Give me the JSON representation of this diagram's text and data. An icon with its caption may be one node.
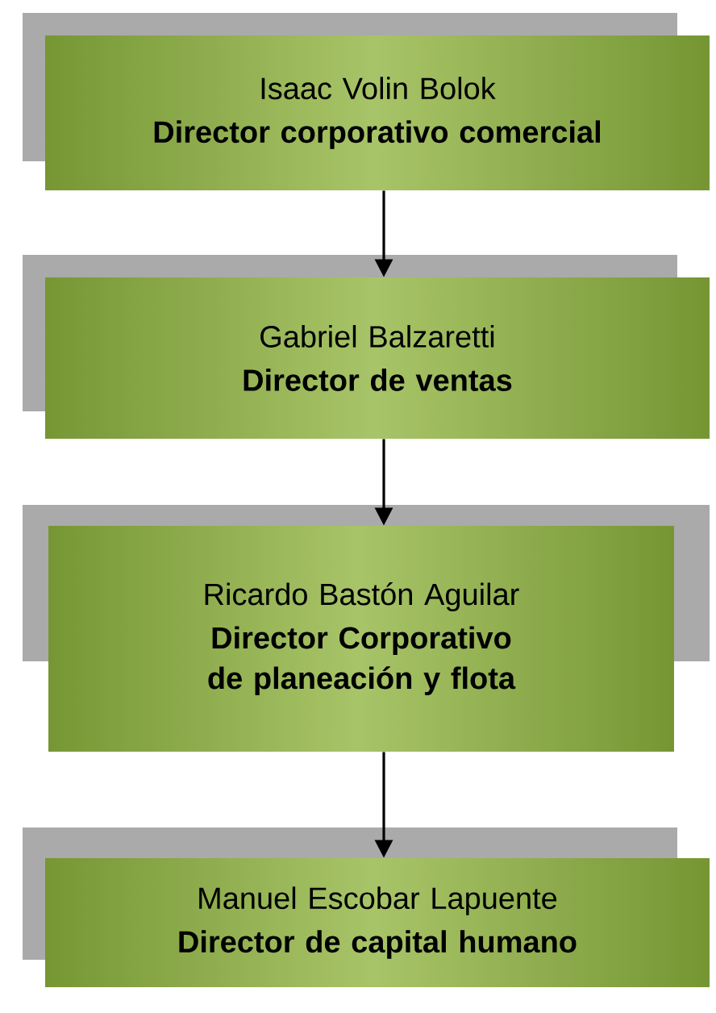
{
  "diagram": {
    "nodes": [
      {
        "text": [
          "Isaac  Volin  Bolok",
          "Director corporativo comercial"
        ]
      },
      {
        "text": [
          "Gabriel Balzaretti",
          "Director de ventas"
        ]
      },
      {
        "text": [
          "Ricardo Bastón Aguilar",
          "Director Corporativo de planeación y flota"
        ]
      },
      {
        "text": [
          "Manuel  Escobar Lapuente",
          "Director de capital humano"
        ]
      }
    ],
    "edges": [
      {
        "from": 0,
        "to": 1,
        "arrow": "to"
      },
      {
        "from": 1,
        "to": 2,
        "arrow": "to"
      },
      {
        "from": 2,
        "to": 3,
        "arrow": "to"
      }
    ]
  }
}
